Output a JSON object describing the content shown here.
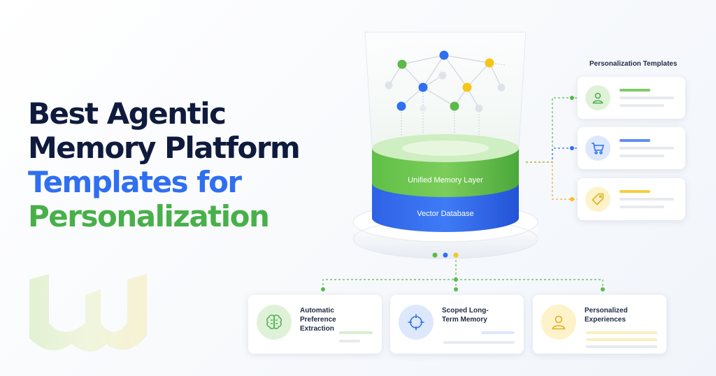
{
  "headline": {
    "line1": "Best Agentic",
    "line2": "Memory Platform",
    "line3": "Templates for",
    "line4": "Personalization"
  },
  "diagram": {
    "top_layer_label": "Unified Memory Layer",
    "bottom_layer_label": "Vector Database"
  },
  "templates_panel": {
    "title": "Personalization Templates",
    "items": [
      {
        "icon": "user-icon",
        "accent": "#4caf50"
      },
      {
        "icon": "cart-icon",
        "accent": "#2f6ff0"
      },
      {
        "icon": "tag-icon",
        "accent": "#f5c518"
      }
    ]
  },
  "features": [
    {
      "label": "Automatic Preference Extraction",
      "icon": "brain-icon",
      "accent": "#4caf50"
    },
    {
      "label": "Scoped Long-Term Memory",
      "icon": "crosshair-icon",
      "accent": "#2f6ff0"
    },
    {
      "label": "Personalized Experiences",
      "icon": "user-icon",
      "accent": "#f5c518"
    }
  ],
  "colors": {
    "dark": "#0f1b3d",
    "blue": "#2f6ff0",
    "green": "#48b04a",
    "yellow": "#f5c518"
  }
}
